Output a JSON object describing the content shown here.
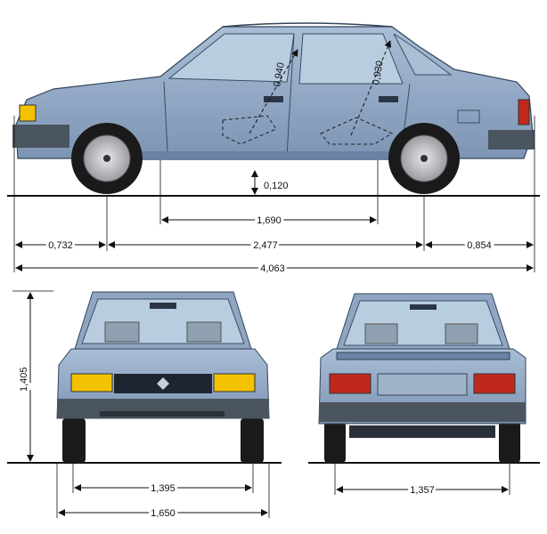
{
  "dimensions": {
    "seatback_front": "0,940",
    "seatback_rear": "0,930",
    "ground_clearance": "0,120",
    "interior_length": "1,690",
    "front_overhang": "0,732",
    "wheelbase": "2,477",
    "rear_overhang": "0,854",
    "overall_length": "4,063",
    "height": "1,405",
    "front_track": "1,395",
    "overall_width": "1,650",
    "rear_track": "1,357"
  },
  "colors": {
    "body": "#8fa6c3",
    "body_dark": "#5d7594",
    "glass": "#b8cde0",
    "tire": "#1a1a1a",
    "bumper": "#4a5560",
    "headlight": "#f2c200",
    "taillight": "#c0281e"
  }
}
